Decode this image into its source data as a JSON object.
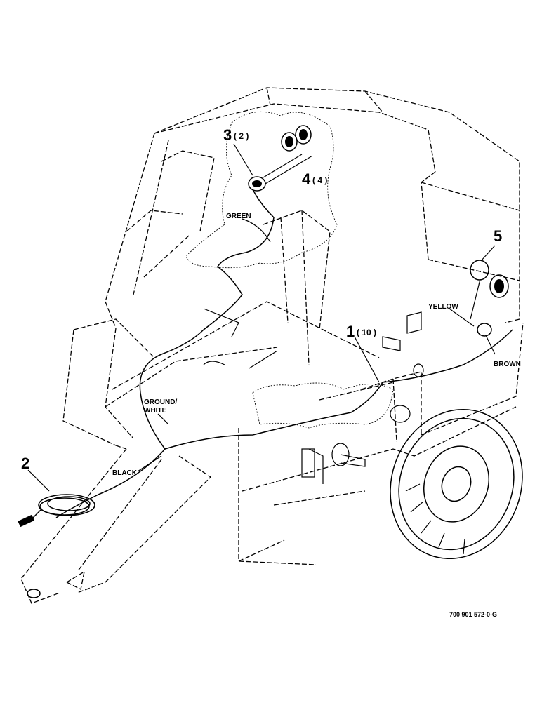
{
  "callouts": [
    {
      "num": "1",
      "qty": "( 10 )"
    },
    {
      "num": "2",
      "qty": ""
    },
    {
      "num": "3",
      "qty": "( 2 )"
    },
    {
      "num": "4",
      "qty": "( 4 )"
    },
    {
      "num": "5",
      "qty": ""
    }
  ],
  "wire_labels": {
    "green": "GREEN",
    "yellow": "YELLOW",
    "brown": "BROWN",
    "ground_line1": "GROUND/",
    "ground_line2": "WHITE",
    "black": "BLACK"
  },
  "drawing_number": "700 901 572-0-G"
}
